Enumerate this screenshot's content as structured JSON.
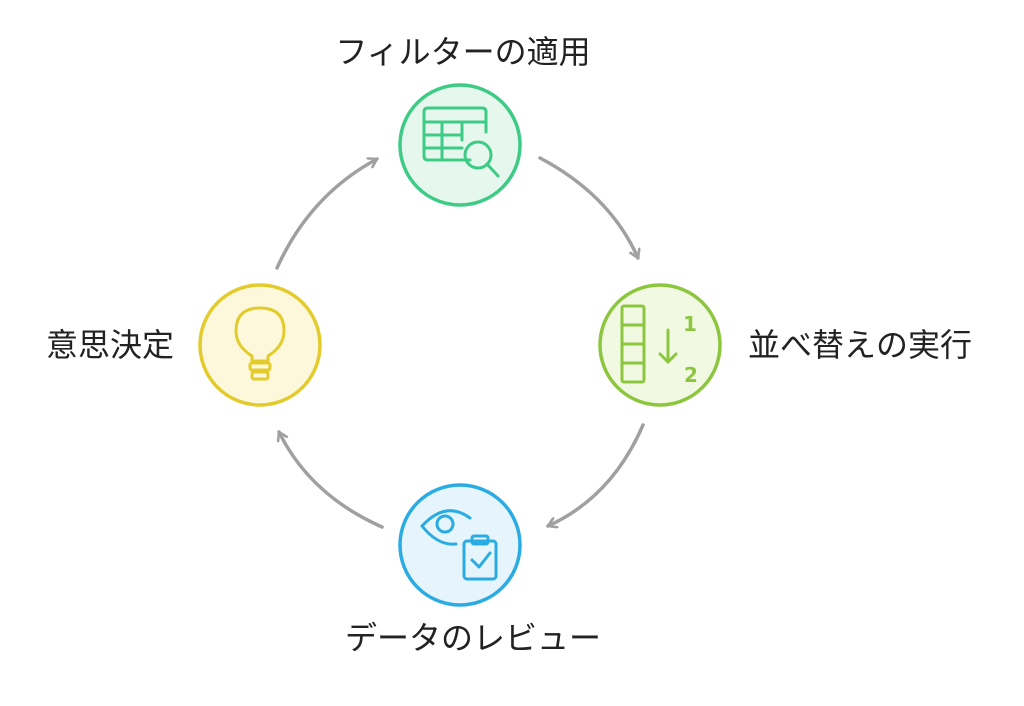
{
  "diagram": {
    "type": "cycle",
    "nodes": [
      {
        "id": "filter",
        "label": "フィルターの適用",
        "icon": "table-search-icon",
        "fill": "#E6F8EE",
        "stroke": "#3DCB85"
      },
      {
        "id": "sort",
        "label": "並べ替えの実行",
        "icon": "sort-numeric-icon",
        "fill": "#F2F9E2",
        "stroke": "#8CC63F"
      },
      {
        "id": "review",
        "label": "データのレビュー",
        "icon": "eye-clipboard-check-icon",
        "fill": "#E6F5FC",
        "stroke": "#2AACE2"
      },
      {
        "id": "decide",
        "label": "意思決定",
        "icon": "lightbulb-icon",
        "fill": "#FDF8DC",
        "stroke": "#E3CB2B"
      }
    ],
    "edges": [
      {
        "from": "filter",
        "to": "sort"
      },
      {
        "from": "sort",
        "to": "review"
      },
      {
        "from": "review",
        "to": "decide"
      },
      {
        "from": "decide",
        "to": "filter"
      }
    ],
    "sort_icon_digits": [
      "1",
      "2"
    ],
    "arrow_color": "#A0A0A0"
  }
}
